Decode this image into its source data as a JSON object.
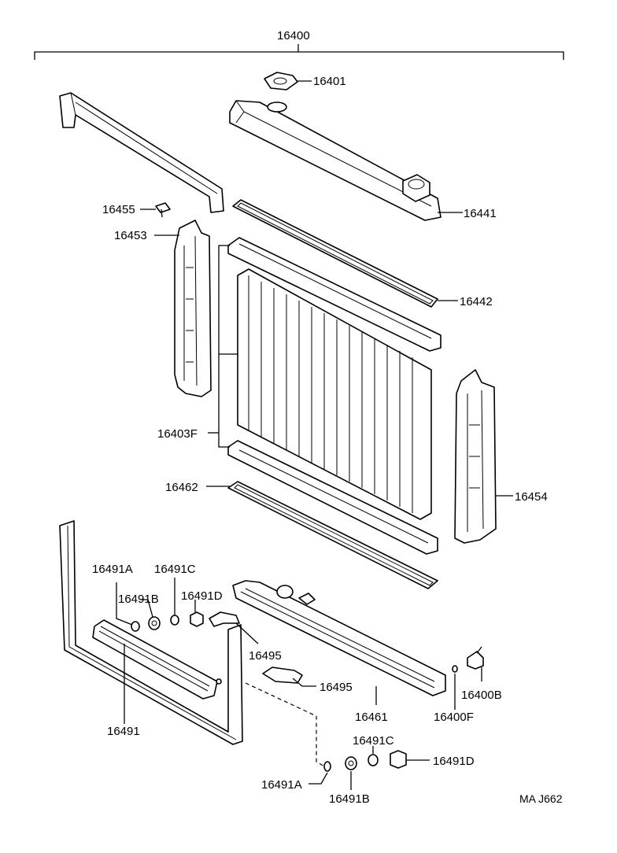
{
  "diagram": {
    "assembly": "16400",
    "code": "MA  J662",
    "callouts": {
      "c16401": "16401",
      "c16441": "16441",
      "c16455": "16455",
      "c16453": "16453",
      "c16442": "16442",
      "c16403F": "16403F",
      "c16462": "16462",
      "c16454": "16454",
      "c16491A_top": "16491A",
      "c16491C_top": "16491C",
      "c16491B_top": "16491B",
      "c16491D_top": "16491D",
      "c16495_a": "16495",
      "c16495_b": "16495",
      "c16491": "16491",
      "c16461": "16461",
      "c16400F": "16400F",
      "c16400B": "16400B",
      "c16491C_bot": "16491C",
      "c16491D_bot": "16491D",
      "c16491A_bot": "16491A",
      "c16491B_bot": "16491B"
    },
    "icons": [
      "radiator-cap-icon",
      "upper-tank-icon",
      "gasket-icon",
      "core-icon",
      "support-bracket-icon",
      "lower-tank-icon",
      "oil-cooler-icon",
      "drain-cock-icon",
      "washer-icon",
      "nut-icon",
      "hose-icon"
    ]
  }
}
